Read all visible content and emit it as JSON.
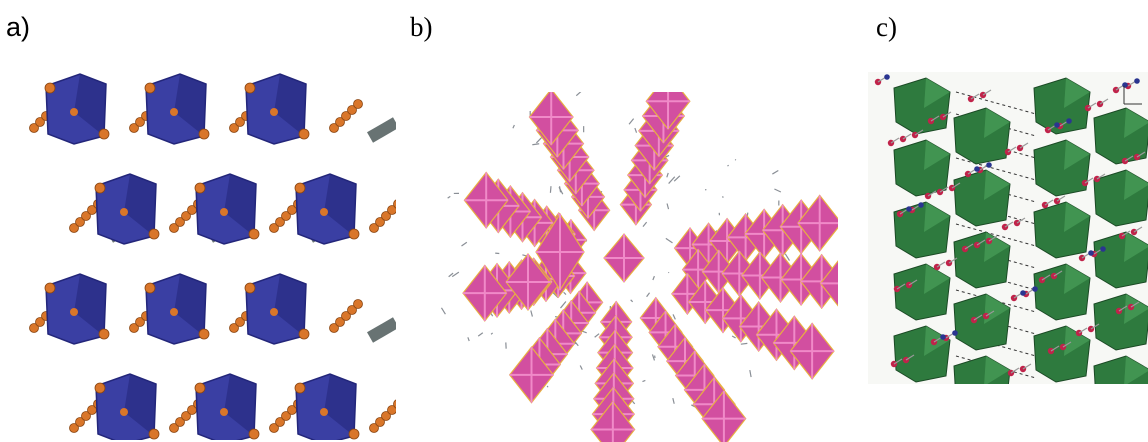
{
  "labels": {
    "a": "a)",
    "b": "b)",
    "c": "c)"
  },
  "panels": [
    {
      "id": "a",
      "subject": "blue-octahedra-lattice",
      "colors": {
        "octahedron": "#3a3fa3",
        "octahedron_dark": "#23267a",
        "atom": "#d9762a",
        "linker": "#4e5a5a"
      }
    },
    {
      "id": "b",
      "subject": "pink-octahedra-radial-framework",
      "colors": {
        "octahedron": "#d24fa0",
        "octahedron_light": "#f08ac8",
        "organic": "#8a8f96",
        "bond": "#e8b040"
      }
    },
    {
      "id": "c",
      "subject": "green-octahedra-hydrogen-bonded-layers",
      "colors": {
        "octahedron": "#2e7a3e",
        "octahedron_light": "#4aa05a",
        "oxygen": "#c0234a",
        "nitrogen": "#2a3590",
        "hbond": "#333333"
      }
    }
  ]
}
